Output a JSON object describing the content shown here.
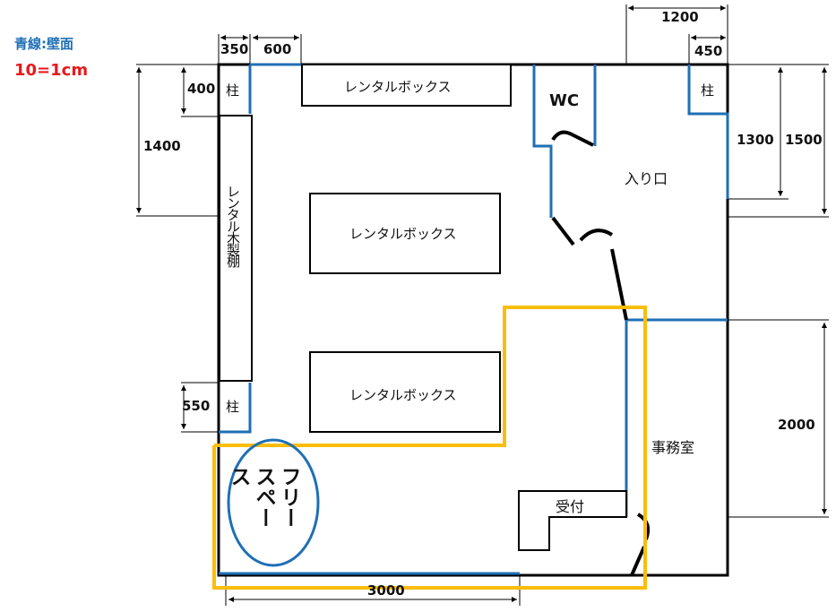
{
  "legend": {
    "wall_note": "青線:壁面",
    "scale_note": "10=1cm"
  },
  "colors": {
    "wall_blue": "#1f6fb5",
    "outline_black": "#000000",
    "highlight_yellow": "#fbbd0c",
    "scale_red": "#e8191c"
  },
  "dimensions": {
    "top_350": "350",
    "top_600": "600",
    "top_1200": "1200",
    "top_450": "450",
    "left_400": "400",
    "left_1400": "1400",
    "left_550": "550",
    "right_1300": "1300",
    "right_1500": "1500",
    "right_2000": "2000",
    "bottom_3000": "3000"
  },
  "rooms": {
    "pillar_top_left": "柱",
    "pillar_top_right": "柱",
    "pillar_bottom_left": "柱",
    "rental_box_top": "レンタルボックス",
    "rental_box_middle": "レンタルボックス",
    "rental_box_lower": "レンタルボックス",
    "rental_shelf": "レンタル木製棚",
    "wc": "WC",
    "entrance": "入り口",
    "office": "事務室",
    "reception": "受付",
    "free_space": "フリースペース"
  }
}
